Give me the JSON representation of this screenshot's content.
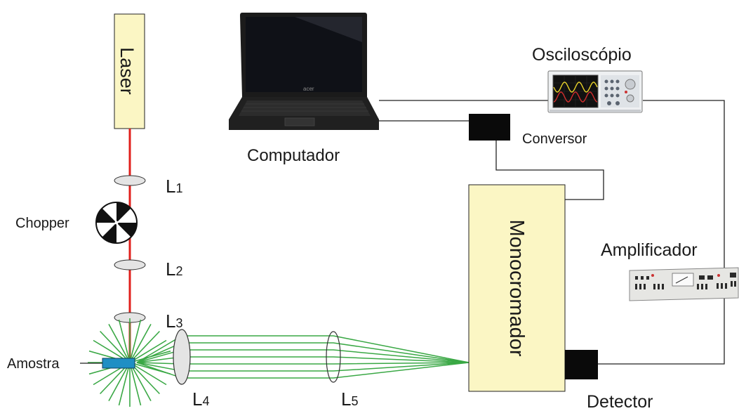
{
  "labels": {
    "laser": "Laser",
    "monocromador": "Monocromador",
    "computador": "Computador",
    "osciloscopio": "Osciloscópio",
    "conversor": "Conversor",
    "amplificador": "Amplificador",
    "detector": "Detector",
    "chopper": "Chopper",
    "amostra": "Amostra",
    "l1_letter": "L",
    "l1_sub": "1",
    "l2_letter": "L",
    "l2_sub": "2",
    "l3_letter": "L",
    "l3_sub": "3",
    "l4_letter": "L",
    "l4_sub": "4",
    "l5_letter": "L",
    "l5_sub": "5",
    "laptop_brand": "acer"
  },
  "colors": {
    "box_fill": "#fbf6c4",
    "beam_red": "#e0201c",
    "beam_green": "#3aa845",
    "lens_fill": "#e4e4e4",
    "sample_blue": "#1f8fc4"
  }
}
